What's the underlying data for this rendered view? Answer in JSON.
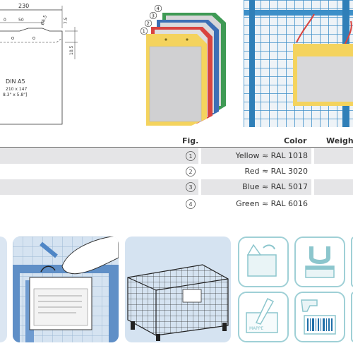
{
  "drawing": {
    "dim_width": "230",
    "dim_a": "0",
    "dim_b": "50",
    "dim_hole": "Ø6.5",
    "dim_c": "7.5",
    "dim_d": "10.5",
    "format_title": "DIN A5",
    "format_mm": "210 x 147",
    "format_in": "8.3\" x 5.8\"]"
  },
  "product_figure": {
    "callouts": [
      "1",
      "2",
      "3",
      "4"
    ],
    "colors": [
      "#f4d35e",
      "#d9433f",
      "#3c6fb5",
      "#3f9a55"
    ]
  },
  "table": {
    "headers": {
      "fig": "Fig.",
      "color": "Color",
      "weight": "Weigh"
    },
    "rows": [
      {
        "fig": "1",
        "color": "Yellow ≈ RAL 1018"
      },
      {
        "fig": "2",
        "color": "Red ≈ RAL 3020"
      },
      {
        "fig": "3",
        "color": "Blue ≈ RAL 5017"
      },
      {
        "fig": "4",
        "color": "Green ≈ RAL 6016"
      }
    ]
  },
  "icons": {
    "names": [
      "peel-adhesive-icon",
      "magnet-icon",
      "pen-write-icon",
      "barcode-scanner-icon"
    ],
    "pen_text": "MAPPE"
  },
  "colors": {
    "rule": "#555555",
    "shade": "#e5e5e7",
    "tile_border": "#9fd0d6",
    "wire_blue": "#3d8fc8"
  }
}
